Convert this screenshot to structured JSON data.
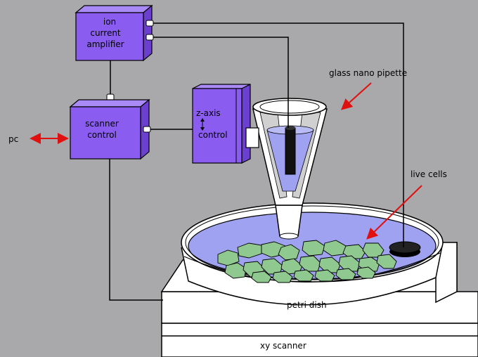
{
  "labels": {
    "ion_amp_1": "ion",
    "ion_amp_2": "current",
    "ion_amp_3": "amplifier",
    "scanner_1": "scanner",
    "scanner_2": "control",
    "z_axis_1": "z-axis",
    "z_axis_2": "control",
    "pc": "pc",
    "pipette": "glass nano pipette",
    "live_cells": "live cells",
    "petri": "petri dish",
    "xy": "xy scanner"
  },
  "colors": {
    "background": "#a9a9ab",
    "box_fill": "#8a5cf0",
    "box_side": "#6b3fd0",
    "box_top": "#a98af7",
    "liquid": "#9fa2f0",
    "cells": "#8fc98f",
    "arrow_red": "#e01010",
    "platform": "#ffffff"
  },
  "icons": [
    "double-arrow",
    "pointer-arrow",
    "plug-connector"
  ]
}
